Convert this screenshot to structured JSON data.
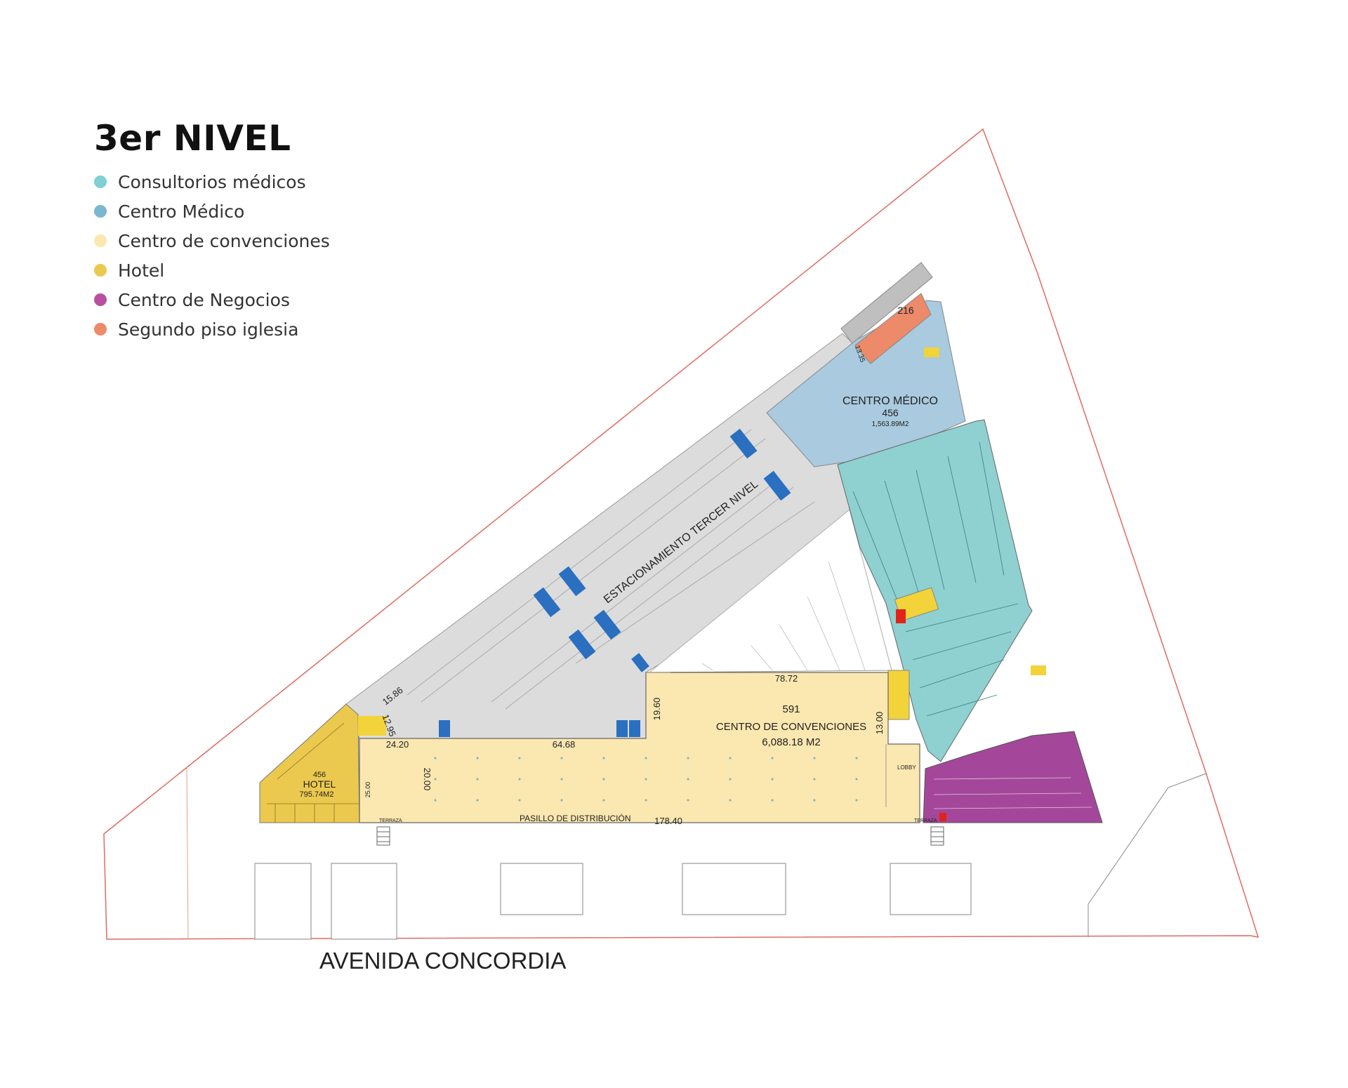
{
  "title": "3er NIVEL",
  "legend": [
    {
      "label": "Consultorios médicos",
      "color": "#7fd0d4"
    },
    {
      "label": "Centro Médico",
      "color": "#7ab7d1"
    },
    {
      "label": "Centro de convenciones",
      "color": "#fbe7b0"
    },
    {
      "label": "Hotel",
      "color": "#ebc94e"
    },
    {
      "label": "Centro de Negocios",
      "color": "#b9509f"
    },
    {
      "label": "Segundo piso iglesia",
      "color": "#ec8a6a"
    }
  ],
  "street": "AVENIDA CONCORDIA",
  "zones": {
    "centro_medico": {
      "name": "CENTRO MÉDICO",
      "number": "456",
      "area": "1,563.89M2",
      "color": "#a9cadf"
    },
    "convenciones": {
      "number": "591",
      "name": "CENTRO DE CONVENCIONES",
      "area": "6,088.18 M2",
      "color": "#fbe7b0"
    },
    "hotel": {
      "number": "456",
      "name": "HOTEL",
      "area": "795.74M2",
      "color": "#ebc94e"
    },
    "iglesia": {
      "number": "216",
      "color": "#ec8a6a"
    },
    "parking": {
      "name": "ESTACIONAMIENTO TERCER NIVEL",
      "color": "#dcdcdc"
    },
    "consultorios": {
      "color": "#8fd0d0"
    },
    "negocios": {
      "color": "#a4479a"
    }
  },
  "labels": {
    "pasillo": "PASILLO DE DISTRIBUCIÓN",
    "lobby": "LOBBY",
    "terraza_left": "TERRAZA",
    "terraza_right": "TERRAZA"
  },
  "dimensions": {
    "d1": "78.72",
    "d2": "19.60",
    "d3": "13.00",
    "d4": "24.20",
    "d5": "64.68",
    "d6": "20.00",
    "d7": "25.00",
    "d8": "178.40",
    "d9": "15.86",
    "d10": "12.95",
    "d11": "13.35"
  }
}
